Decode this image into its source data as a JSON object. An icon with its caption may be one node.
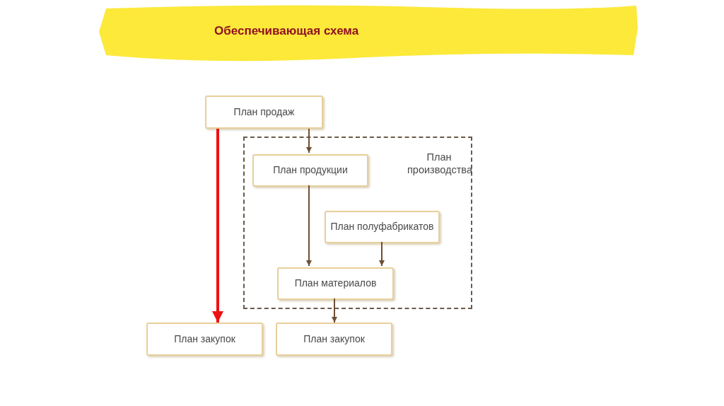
{
  "diagram": {
    "title": "Обеспечивающая схема",
    "nodes": [
      {
        "text": [
          "План продаж"
        ]
      },
      {
        "text": [
          "План производства"
        ]
      },
      {
        "text": [
          "План продукции"
        ],
        "in": 1
      },
      {
        "text": [
          "План полуфабрикатов"
        ],
        "in": 1
      },
      {
        "text": [
          "План материалов"
        ],
        "in": 1
      },
      {
        "text": [
          "План закупок"
        ]
      },
      {
        "text": [
          "План закупок"
        ]
      }
    ],
    "edges": [
      {
        "from": 0,
        "to": 2,
        "arrow": "to"
      },
      {
        "from": 0,
        "to": 5,
        "arrow": "to",
        "style": "thick",
        "color": "#ee1111"
      },
      {
        "from": 2,
        "to": 4,
        "arrow": "to"
      },
      {
        "from": 3,
        "to": 4,
        "arrow": "to"
      },
      {
        "from": 4,
        "to": 6,
        "arrow": "to"
      }
    ]
  }
}
